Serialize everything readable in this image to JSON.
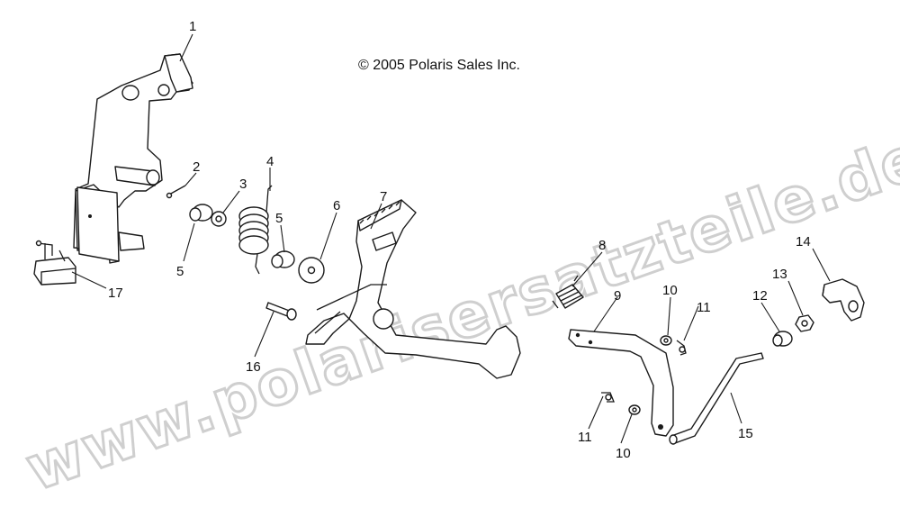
{
  "copyright": "© 2005 Polaris Sales Inc.",
  "watermark": "www.polarisersatzteile.de",
  "callouts": [
    {
      "id": "c1",
      "label": "1"
    },
    {
      "id": "c2",
      "label": "2"
    },
    {
      "id": "c3",
      "label": "3"
    },
    {
      "id": "c4",
      "label": "4"
    },
    {
      "id": "c5a",
      "label": "5"
    },
    {
      "id": "c5b",
      "label": "5"
    },
    {
      "id": "c6",
      "label": "6"
    },
    {
      "id": "c7",
      "label": "7"
    },
    {
      "id": "c8",
      "label": "8"
    },
    {
      "id": "c9",
      "label": "9"
    },
    {
      "id": "c10a",
      "label": "10"
    },
    {
      "id": "c10b",
      "label": "10"
    },
    {
      "id": "c11a",
      "label": "11"
    },
    {
      "id": "c11b",
      "label": "11"
    },
    {
      "id": "c12",
      "label": "12"
    },
    {
      "id": "c13",
      "label": "13"
    },
    {
      "id": "c14",
      "label": "14"
    },
    {
      "id": "c15",
      "label": "15"
    },
    {
      "id": "c16",
      "label": "16"
    },
    {
      "id": "c17",
      "label": "17"
    }
  ]
}
